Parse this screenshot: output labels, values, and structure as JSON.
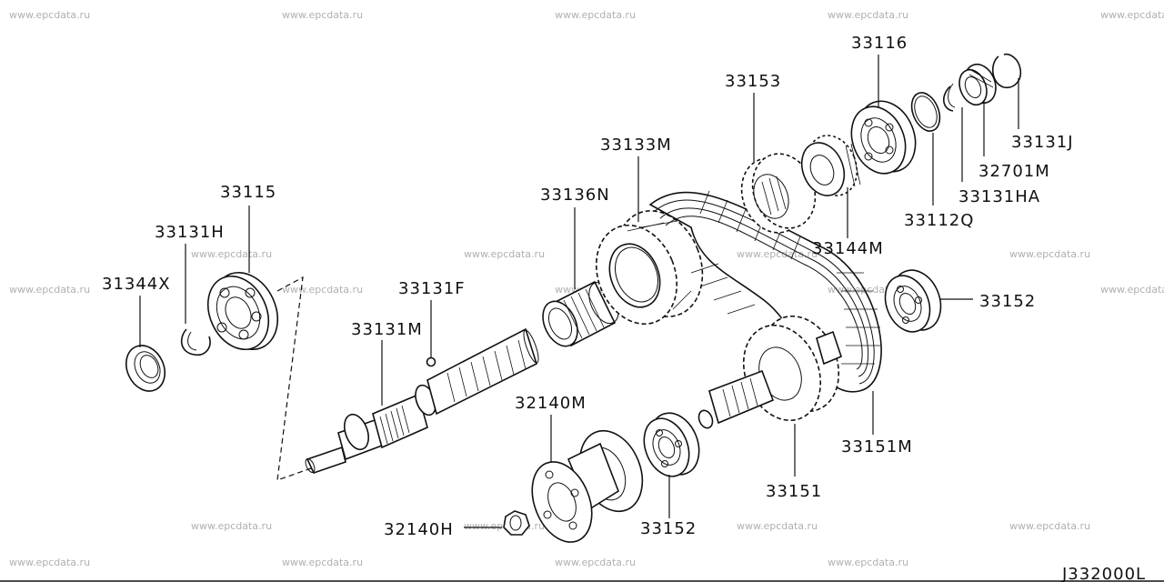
{
  "watermark": "www.epcdata.ru",
  "diagram_code": "J332000L",
  "labels": {
    "p33116": "33116",
    "p33153": "33153",
    "p33133M": "33133M",
    "p33136N": "33136N",
    "p33131J": "33131J",
    "p32701M": "32701M",
    "p33131HA": "33131HA",
    "p33112Q": "33112Q",
    "p33144M": "33144M",
    "p33115": "33115",
    "p33131H": "33131H",
    "p31344X": "31344X",
    "p33131F": "33131F",
    "p33131M": "33131M",
    "p33152a": "33152",
    "p32140M": "32140M",
    "p33151M": "33151M",
    "p33151": "33151",
    "p33152b": "33152",
    "p32140H": "32140H"
  }
}
